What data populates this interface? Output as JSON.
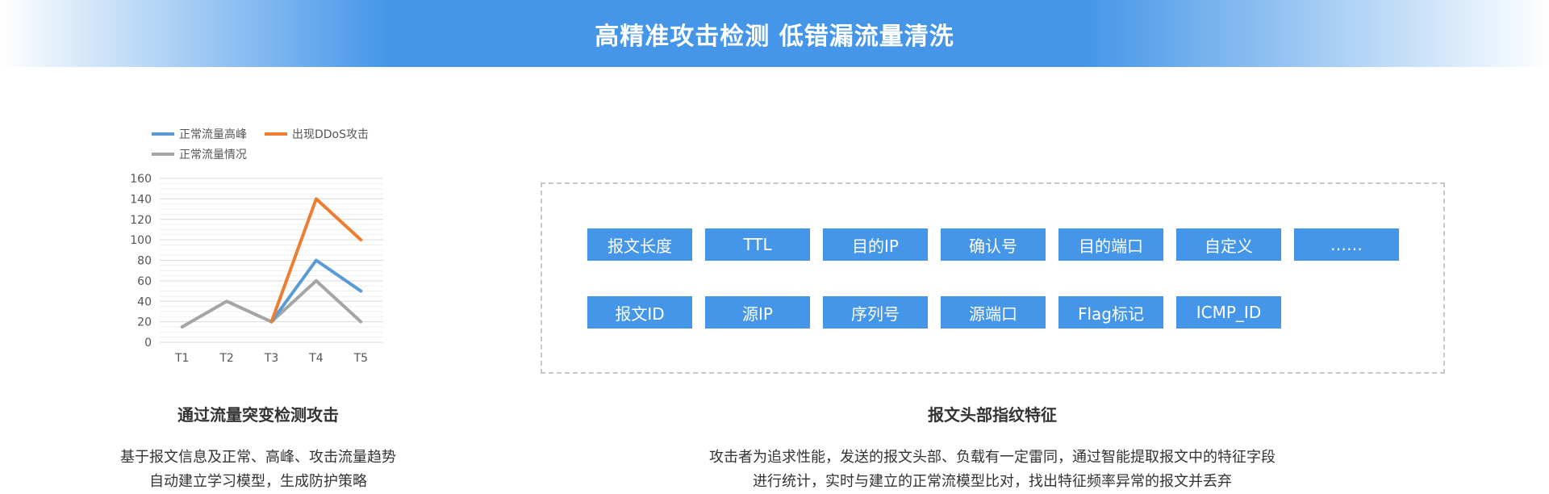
{
  "banner": {
    "title": "高精准攻击检测 低错漏流量清洗"
  },
  "left_section": {
    "title": "通过流量突变检测攻击",
    "desc_line1": "基于报文信息及正常、高峰、攻击流量趋势",
    "desc_line2": "自动建立学习模型，生成防护策略"
  },
  "right_section": {
    "title": "报文头部指纹特征",
    "desc_line1": "攻击者为追求性能，发送的报文头部、负载有一定雷同，通过智能提取报文中的特征字段",
    "desc_line2": "进行统计，实时与建立的正常流模型比对，找出特征频率异常的报文并丢弃",
    "fields_row1": [
      "报文长度",
      "TTL",
      "目的IP",
      "确认号",
      "目的端口",
      "自定义",
      "……"
    ],
    "fields_row2": [
      "报文ID",
      "源IP",
      "序列号",
      "源端口",
      "Flag标记",
      "ICMP_ID"
    ]
  },
  "colors": {
    "accent": "#4596e8"
  },
  "chart_data": {
    "type": "line",
    "categories": [
      "T1",
      "T2",
      "T3",
      "T4",
      "T5"
    ],
    "y_ticks": [
      0,
      20,
      40,
      60,
      80,
      100,
      120,
      140,
      160
    ],
    "ylim": [
      0,
      160
    ],
    "grid": true,
    "legend_position": "top-left",
    "series": [
      {
        "name": "正常流量高峰",
        "color": "#5b9bd5",
        "values": [
          null,
          null,
          20,
          80,
          50
        ]
      },
      {
        "name": "出现DDoS攻击",
        "color": "#ed7d31",
        "values": [
          null,
          null,
          20,
          140,
          100
        ]
      },
      {
        "name": "正常流量情况",
        "color": "#a5a5a5",
        "values": [
          15,
          40,
          20,
          60,
          20
        ]
      }
    ]
  }
}
